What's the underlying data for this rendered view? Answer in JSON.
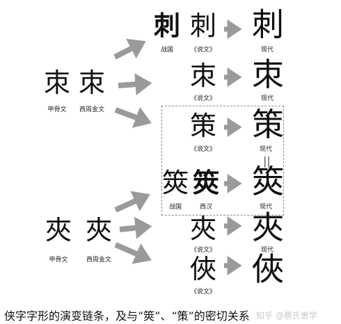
{
  "modern_chars": {
    "ci": "刺",
    "ci_mu": "朿",
    "ce": "策",
    "jia_bamboo": "筴",
    "jia": "夾",
    "xia": "俠"
  },
  "ancient_chars": {
    "oracle_ci": "朿",
    "bronze_ci": "朿",
    "zhanguo_ci": "刺",
    "shuowen_ci": "刺",
    "shuowen_ci_mu": "朿",
    "shuowen_ce": "策",
    "zhanguo_jia_bamboo": "筴",
    "xihan_jia_bamboo": "筴",
    "oracle_jia": "夾",
    "bronze_jia": "夾",
    "shuowen_jia": "夾",
    "shuowen_xia": "俠"
  },
  "labels": {
    "oracle": "甲骨文",
    "bronze": "西周金文",
    "zhanguo": "战国",
    "shuowen": "《说文》",
    "xihan": "西汉",
    "modern": "现代"
  },
  "equals_sign": "||",
  "caption": "侠字字形的演变链条，及与“筴”、“策”的密切关系",
  "watermark": "知乎 @蔡氏崽学",
  "colors": {
    "arrow": "#9a9a9a",
    "box_border": "#8a8a8a",
    "text": "#111111"
  }
}
